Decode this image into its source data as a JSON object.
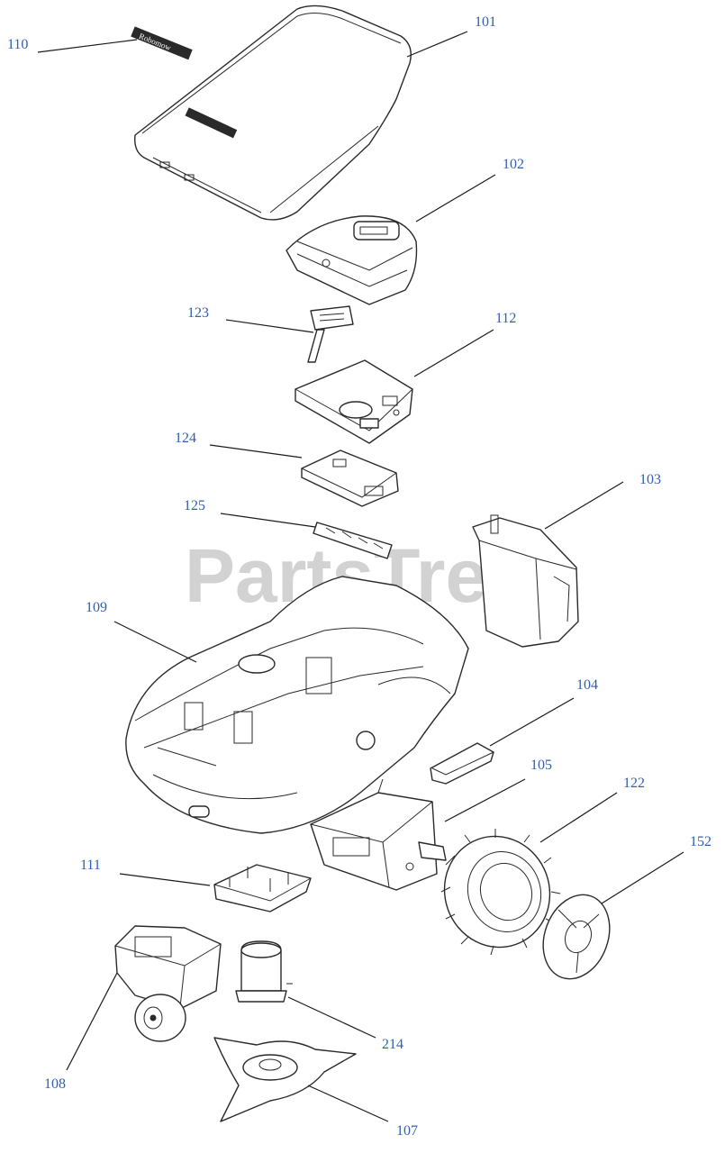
{
  "diagram": {
    "watermark": "PartsTree",
    "callouts": [
      {
        "id": "c101",
        "label": "101"
      },
      {
        "id": "c110",
        "label": "110"
      },
      {
        "id": "c102",
        "label": "102"
      },
      {
        "id": "c123",
        "label": "123"
      },
      {
        "id": "c112",
        "label": "112"
      },
      {
        "id": "c124",
        "label": "124"
      },
      {
        "id": "c125",
        "label": "125"
      },
      {
        "id": "c103",
        "label": "103"
      },
      {
        "id": "c109",
        "label": "109"
      },
      {
        "id": "c104",
        "label": "104"
      },
      {
        "id": "c105",
        "label": "105"
      },
      {
        "id": "c122",
        "label": "122"
      },
      {
        "id": "c152",
        "label": "152"
      },
      {
        "id": "c111",
        "label": "111"
      },
      {
        "id": "c214",
        "label": "214"
      },
      {
        "id": "c108",
        "label": "108"
      },
      {
        "id": "c107",
        "label": "107"
      }
    ],
    "brand_decal": "Robomow"
  },
  "colors": {
    "callout": "#2f5fb3",
    "line": "#2a2a2a",
    "watermark": "#d2d2d2"
  }
}
